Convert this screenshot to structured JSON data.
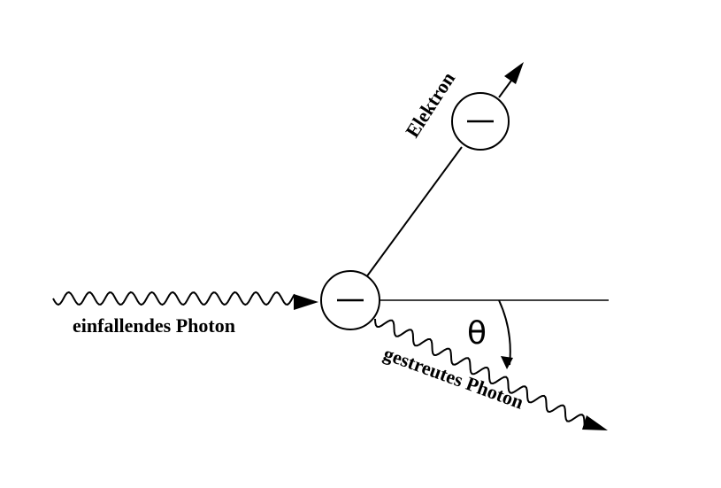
{
  "labels": {
    "incident_photon": "einfallendes Photon",
    "scattered_photon": "gestreutes Photon",
    "electron": "Elektron",
    "angle": "θ",
    "charge": "−"
  },
  "colors": {
    "ink": "#000000",
    "background": "#ffffff"
  }
}
